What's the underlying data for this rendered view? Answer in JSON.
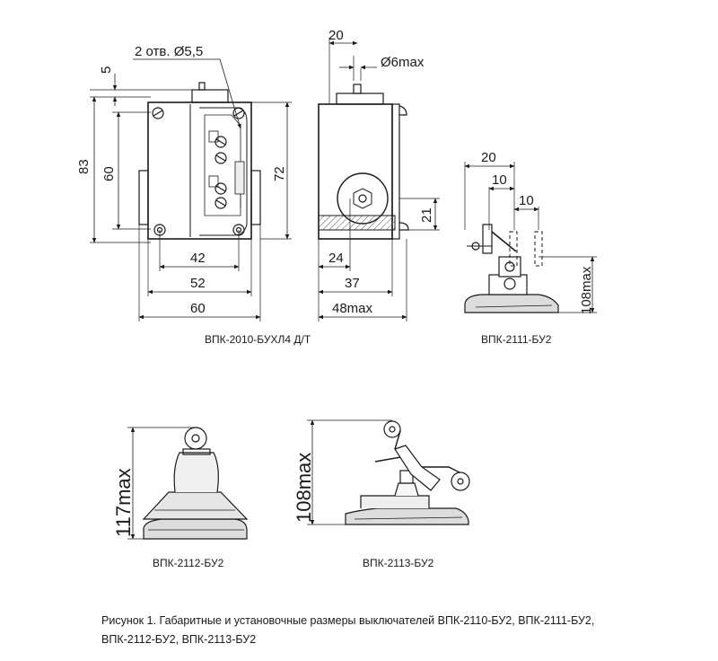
{
  "dimensions": {
    "holes": "2 отв. Ø5,5",
    "d5": "5",
    "d83": "83",
    "d60v": "60",
    "d72": "72",
    "d42": "42",
    "d52": "52",
    "d60h": "60",
    "d20_side": "20",
    "d6max": "Ø6max",
    "d21": "21",
    "d24": "24",
    "d37": "37",
    "d48max": "48max",
    "d20_lever": "20",
    "d10_a": "10",
    "d10_b": "10",
    "d108max_a": "108max",
    "d117max": "117max",
    "d108max_b": "108max"
  },
  "labels": {
    "vpk2010": "ВПК-2010-БУХЛ4 Д/Т",
    "vpk2111": "ВПК-2111-БУ2",
    "vpk2112": "ВПК-2112-БУ2",
    "vpk2113": "ВПК-2113-БУ2"
  },
  "caption": {
    "line1": "Рисунок 1. Габаритные и установочные размеры выключателей ВПК-2110-БУ2, ВПК-2111-БУ2,",
    "line2": "ВПК-2112-БУ2, ВПК-2113-БУ2"
  }
}
